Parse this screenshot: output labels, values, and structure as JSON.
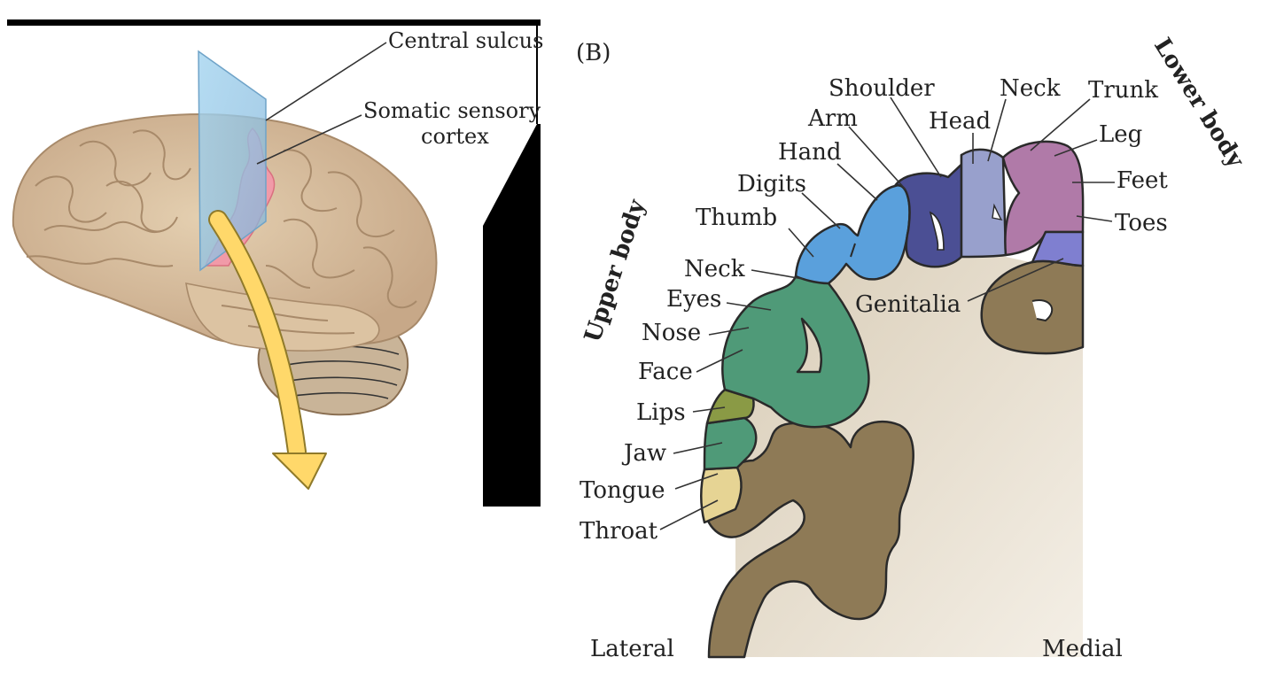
{
  "panel_a": {
    "labels": {
      "central_sulcus": "Central sulcus",
      "somatic_sensory_line1": "Somatic sensory",
      "somatic_sensory_line2": "cortex"
    }
  },
  "panel_b": {
    "panel_label": "(B)",
    "group_labels": {
      "upper_body": "Upper body",
      "lower_body": "Lower body"
    },
    "orientation": {
      "lateral": "Lateral",
      "medial": "Medial"
    },
    "body_parts": {
      "shoulder": "Shoulder",
      "neck_top": "Neck",
      "trunk": "Trunk",
      "arm": "Arm",
      "head": "Head",
      "leg": "Leg",
      "hand": "Hand",
      "feet": "Feet",
      "digits": "Digits",
      "toes": "Toes",
      "thumb": "Thumb",
      "genitalia": "Genitalia",
      "neck_side": "Neck",
      "eyes": "Eyes",
      "nose": "Nose",
      "face": "Face",
      "lips": "Lips",
      "jaw": "Jaw",
      "tongue": "Tongue",
      "throat": "Throat"
    },
    "colors": {
      "face_region": "#4f9a78",
      "lips": "#8a9a45",
      "throat": "#e6d494",
      "hand_region": "#5aa0dc",
      "arm_region": "#4b4f94",
      "head": "#98a0cc",
      "leg_region": "#b07aa8",
      "genitalia": "#7f7fd0",
      "cortex_grey": "#8e7a56",
      "white_matter": "#ded4c2"
    }
  }
}
